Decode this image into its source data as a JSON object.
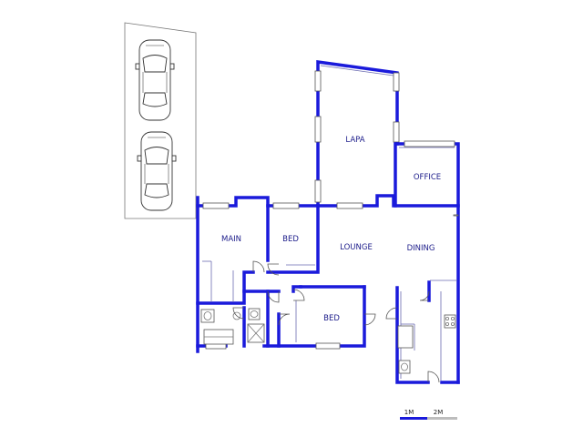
{
  "rooms": {
    "lapa": "LAPA",
    "office": "OFFICE",
    "main": "MAIN",
    "bed1": "BED",
    "lounge": "LOUNGE",
    "dining": "DINING",
    "bed2": "BED"
  },
  "scale": {
    "label_1": "1M",
    "label_2": "2M"
  },
  "colors": {
    "walls": "#1a1adb",
    "labels": "#1c1c8a"
  }
}
